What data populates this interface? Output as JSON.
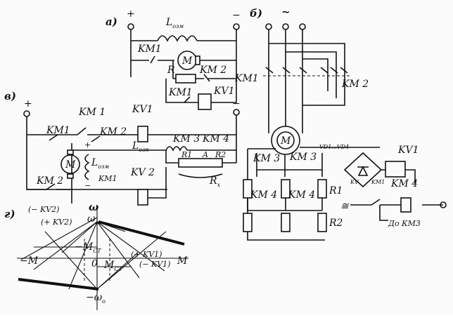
{
  "panels": {
    "a": "а)",
    "b": "б)",
    "v": "в)",
    "g": "г)"
  },
  "a": {
    "plus": "+",
    "minus": "−",
    "field": "L",
    "field_sub": "озм",
    "km1_a": "KM1",
    "r": "R",
    "km2": "KM 2",
    "km1_b": "KM1",
    "km1_c": "KM1",
    "kv1": "KV1"
  },
  "b": {
    "ac": "~",
    "km2": "KM 2",
    "diodes": "VD1...VD4",
    "kv1": "KV1",
    "km3_a": "KM 3",
    "km3_b": "KM 3",
    "km4_a": "KM 4",
    "km4_b": "KM 4",
    "km4_c": "KM 4",
    "r1": "R1",
    "r2": "R2",
    "kv": "KV",
    "km1_small": "KM1",
    "supply": "≅",
    "to": "До КМ3"
  },
  "v": {
    "plus": "+",
    "minus": "−",
    "km1_top": "KM 1",
    "kv1": "KV1",
    "km1_left": "KM1",
    "km2_mid": "KM 2",
    "l_ozp": "L",
    "l_ozp_sub": "озп",
    "km3": "KM 3",
    "km4": "KM 4",
    "r1": "R1",
    "a": "A",
    "r2": "R2",
    "l_ozm": "L",
    "l_ozm_sub": "озм",
    "km1_small": "KM1",
    "kv2": "KV 2",
    "km2_bot": "KM 2",
    "rx": "R",
    "rx_sub": "x",
    "plus_small": "+",
    "minus_small": "−"
  },
  "g": {
    "kv2_minus": "(− KV2)",
    "kv2_plus": "(+ KV2)",
    "omega": "ω",
    "omega0": "ω",
    "omega0_sub": "o",
    "mct_neg": "−M",
    "mct_neg_sub": "CT",
    "zero": "0",
    "mct": "M",
    "mct_sub": "CT",
    "kv1_plus": "(+ KV1)",
    "kv1_minus": "(− KV1)",
    "neg_m": "−M",
    "m": "M",
    "neg_omega0": "−ω",
    "neg_omega0_sub": "o"
  }
}
